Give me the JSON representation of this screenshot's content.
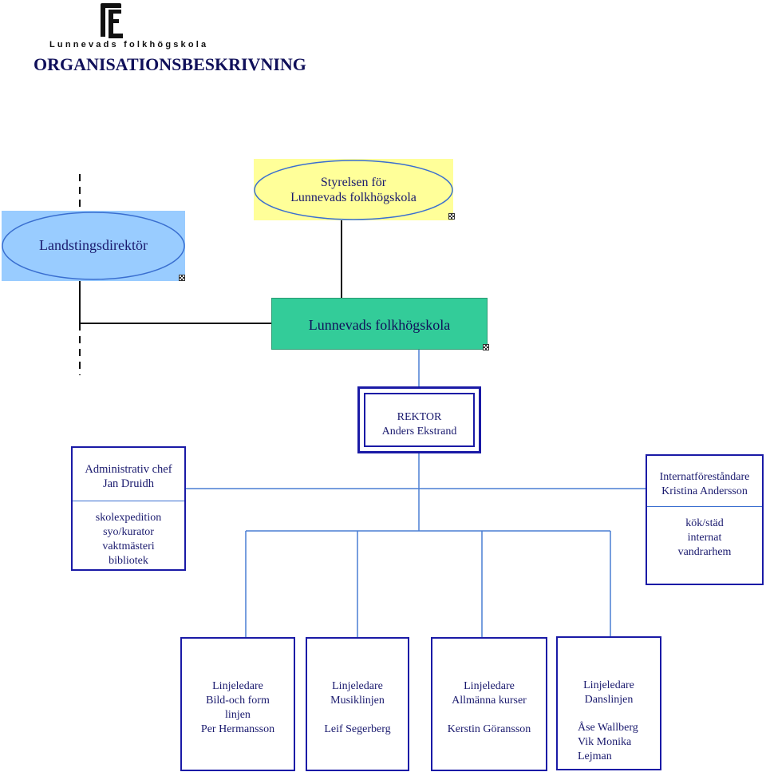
{
  "logo": {
    "text": "Lunnevads folkhögskola"
  },
  "document": {
    "title": "ORGANISATIONSBESKRIVNING"
  },
  "nodes": {
    "styrelsen": {
      "lines": [
        "Styrelsen för",
        "Lunnevads folkhögskola"
      ],
      "fill": "#ffff99"
    },
    "landstingsdirektor": {
      "label": "Landstingsdirektör",
      "fill": "#99ccff"
    },
    "skola": {
      "label": "Lunnevads folkhögskola",
      "fill": "#33cc99"
    },
    "rektor": {
      "title": "REKTOR",
      "name": "Anders Ekstrand"
    },
    "admin": {
      "title": "Administrativ chef",
      "name": "Jan Druidh",
      "duties": [
        "skolexpedition",
        "syo/kurator",
        "vaktmästeri",
        "bibliotek"
      ]
    },
    "internat": {
      "title": "Internatföreståndare",
      "name": "Kristina Andersson",
      "duties": [
        "kök/städ",
        "internat",
        "vandrarhem"
      ]
    },
    "linje1": {
      "lines": [
        "Linjeledare",
        "Bild-och form",
        "linjen",
        "Per Hermansson"
      ]
    },
    "linje2": {
      "lines": [
        "Linjeledare",
        "Musiklinjen",
        "",
        "Leif Segerberg"
      ]
    },
    "linje3": {
      "lines": [
        "Linjeledare",
        "Allmänna kurser",
        "",
        "Kerstin Göransson"
      ]
    },
    "linje4": {
      "lines": [
        "Linjeledare",
        "Danslinjen",
        "",
        "Åse Wallberg",
        "Vik Monika",
        "Lejman"
      ]
    }
  },
  "colors": {
    "box_border": "#1a1aa6",
    "connector": "#4a7fd4",
    "text": "#1a1a6e"
  }
}
